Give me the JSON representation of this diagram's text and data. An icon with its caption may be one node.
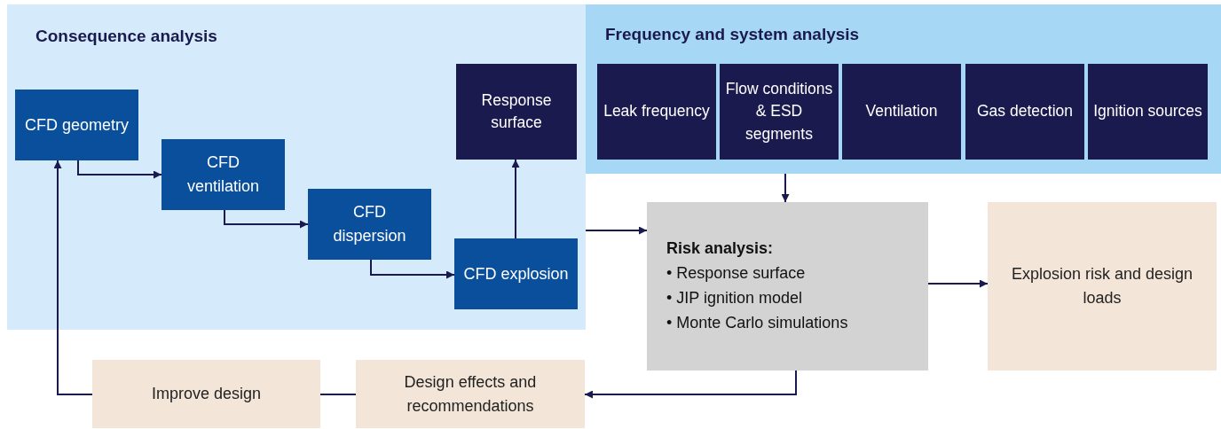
{
  "diagram": {
    "nodes": [
      {
        "text": [
          "Consequence analysis"
        ]
      },
      {
        "text": [
          "CFD geometry"
        ],
        "in": 0
      },
      {
        "text": [
          "CFD ventilation"
        ],
        "in": 0
      },
      {
        "text": [
          "CFD dispersion"
        ],
        "in": 0
      },
      {
        "text": [
          "CFD explosion"
        ],
        "in": 0
      },
      {
        "text": [
          "Response surface"
        ],
        "in": 0
      },
      {
        "text": [
          "Frequency and system analysis"
        ]
      },
      {
        "text": [
          "Leak frequency"
        ],
        "in": 6
      },
      {
        "text": [
          "Flow conditions & ESD segments"
        ],
        "in": 6
      },
      {
        "text": [
          "Ventilation"
        ],
        "in": 6
      },
      {
        "text": [
          "Gas detection"
        ],
        "in": 6
      },
      {
        "text": [
          "Ignition sources"
        ],
        "in": 6
      },
      {
        "text": [
          "Risk analysis:",
          "• Response surface",
          "• JIP ignition model",
          "• Monte Carlo simulations"
        ]
      },
      {
        "text": [
          "Explosion risk and design loads"
        ]
      },
      {
        "text": [
          "Design effects and recommendations"
        ]
      },
      {
        "text": [
          "Improve design"
        ]
      }
    ],
    "edges": [
      {
        "from": 1,
        "to": 2,
        "arrow": "to"
      },
      {
        "from": 2,
        "to": 3,
        "arrow": "to"
      },
      {
        "from": 3,
        "to": 4,
        "arrow": "to"
      },
      {
        "from": 4,
        "to": 5,
        "arrow": "to"
      },
      {
        "from": 0,
        "to": 12,
        "arrow": "to"
      },
      {
        "from": 6,
        "to": 12,
        "arrow": "to"
      },
      {
        "from": 12,
        "to": 13,
        "arrow": "to"
      },
      {
        "from": 12,
        "to": 14,
        "arrow": "to"
      },
      {
        "from": 14,
        "to": 15,
        "arrow": "none"
      },
      {
        "from": 15,
        "to": 1,
        "arrow": "to"
      }
    ]
  }
}
